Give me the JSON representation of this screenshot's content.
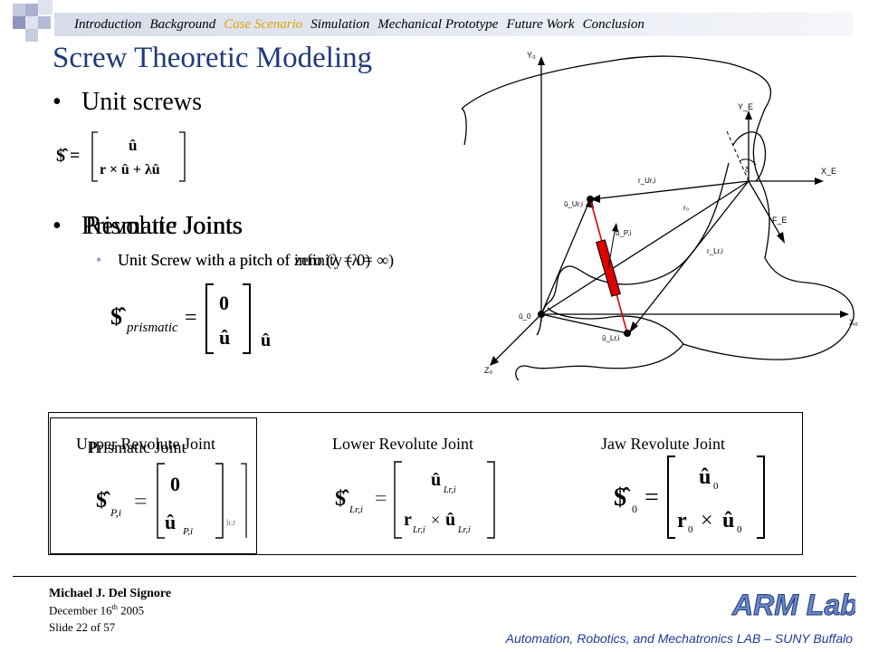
{
  "nav": {
    "items": [
      "Introduction",
      "Background",
      "Case Scenario",
      "Simulation",
      "Mechanical Prototype",
      "Future Work",
      "Conclusion"
    ],
    "active": "Case Scenario"
  },
  "slide": {
    "title": "Screw Theoretic Modeling",
    "bullet_unit_screws": "Unit screws",
    "bullet_joints_a": "Prismatic Joints",
    "bullet_joints_b": "Revolute Joints",
    "sub_a": "Unit Screw with a pitch of infinity (λ = ∞)",
    "sub_b": "Unit Screw with a pitch of zero (λ = 0)"
  },
  "joints": {
    "upper": "Upper Revolute Joint",
    "prismatic": "Prismatic Joint",
    "lower": "Lower Revolute Joint",
    "jaw": "Jaw Revolute Joint"
  },
  "footer": {
    "author": "Michael J. Del Signore",
    "date_pre": "December 16",
    "date_sup": "th",
    "date_post": " 2005",
    "slide": "Slide 22 of 57",
    "lab": "Automation, Robotics, and Mechatronics LAB – SUNY Buffalo",
    "logo": "ARM Lab"
  },
  "colors": {
    "title": "#1f3a7a",
    "nav_active": "#e0a000",
    "link_red": "#e00000"
  }
}
